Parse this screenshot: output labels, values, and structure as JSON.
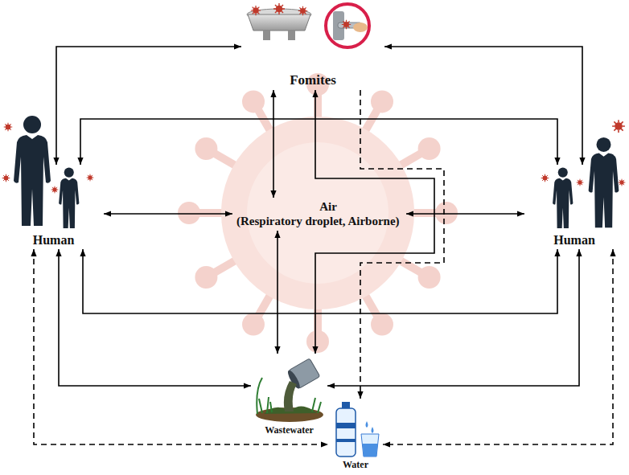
{
  "diagram": {
    "nodes": [
      {
        "text": [
          "Fomites"
        ]
      },
      {
        "text": [
          "Human"
        ]
      },
      {
        "text": [
          "Air (Respiratory droplet, Airborne)"
        ]
      },
      {
        "text": [
          "Human"
        ]
      },
      {
        "text": [
          "Wastewater"
        ]
      },
      {
        "text": [
          "Water"
        ]
      }
    ],
    "edges": [
      {
        "from": 0,
        "to": 1,
        "arrow": "both"
      },
      {
        "from": 0,
        "to": 3,
        "arrow": "both"
      },
      {
        "from": 1,
        "to": 3,
        "arrow": "both"
      },
      {
        "from": 0,
        "to": 2,
        "arrow": "both"
      },
      {
        "from": 1,
        "to": 2,
        "arrow": "both"
      },
      {
        "from": 2,
        "to": 3,
        "arrow": "both"
      },
      {
        "from": 0,
        "to": 4,
        "arrow": "both"
      },
      {
        "from": 0,
        "to": 5,
        "arrow": "to"
      },
      {
        "from": 2,
        "to": 4,
        "arrow": "both"
      },
      {
        "from": 1,
        "to": 3,
        "arrow": "both"
      },
      {
        "from": 1,
        "to": 4,
        "arrow": "both"
      },
      {
        "from": 3,
        "to": 4,
        "arrow": "both"
      },
      {
        "from": 1,
        "to": 5,
        "arrow": "both"
      },
      {
        "from": 3,
        "to": 5,
        "arrow": "both"
      }
    ]
  }
}
